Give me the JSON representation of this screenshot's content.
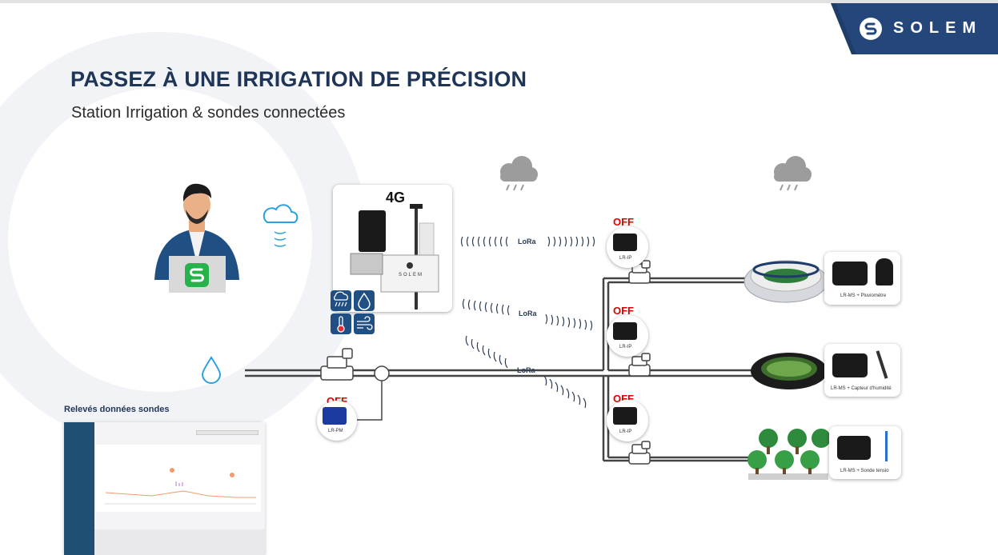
{
  "header": {
    "title": "PASSEZ À UNE IRRIGATION DE PRÉCISION",
    "subtitle": "Station Irrigation & sondes connectées"
  },
  "brand": {
    "name": "SOLEM",
    "color": "#1f3d68"
  },
  "weather_station": {
    "network_label": "4G",
    "brand_label": "SOLEM",
    "sensor_icons": [
      "rain-icon",
      "humidity-icon",
      "temperature-icon",
      "wind-icon"
    ]
  },
  "lora_label": "LoRa",
  "main_valve": {
    "status": "OFF",
    "device": "LR-PM"
  },
  "zones": [
    {
      "status": "OFF",
      "device": "LR-IP",
      "sensor_label": "LR-MS + Pluviomètre",
      "site_icon": "stadium-icon"
    },
    {
      "status": "OFF",
      "device": "LR-IP",
      "sensor_label": "LR-MS + Capteur d'humidité",
      "site_icon": "roundabout-icon"
    },
    {
      "status": "OFF",
      "device": "LR-IP",
      "sensor_label": "LR-MS + Sonde tensio",
      "site_icon": "trees-icon"
    }
  ],
  "dashboard": {
    "label": "Relevés données sondes"
  },
  "colors": {
    "title": "#1f3557",
    "off": "#e00000",
    "pipe": "#444444",
    "drop": "#2aa0e0",
    "logo_green": "#27b24a"
  }
}
